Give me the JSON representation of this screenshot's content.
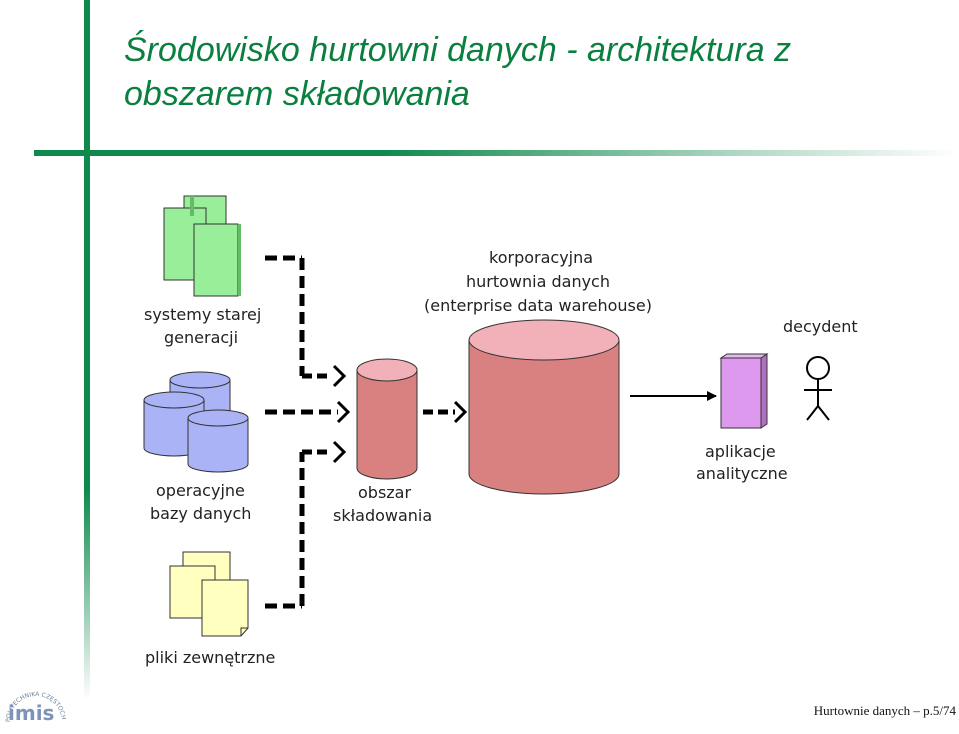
{
  "slide": {
    "title": "Środowisko hurtowni danych - architektura z obszarem składowania",
    "footer": "Hurtownie danych – p.5/74"
  },
  "logo": {
    "text": "imis",
    "ring_text": "POLITECHNIKA CZĘSTOCHOWSKA"
  },
  "diagram": {
    "sources": [
      {
        "label_lines": [
          "systemy starej",
          "generacji"
        ],
        "icon": "legacy-systems-icon",
        "color": "#99ee99"
      },
      {
        "label_lines": [
          "operacyjne",
          "bazy danych"
        ],
        "icon": "database-cylinders-icon",
        "color": "#aab3f5"
      },
      {
        "label_lines": [
          "pliki zewnętrzne"
        ],
        "icon": "document-files-icon",
        "color": "#ffffc0"
      }
    ],
    "staging": {
      "label_lines": [
        "obszar",
        "składowania"
      ],
      "color": "#d98080"
    },
    "warehouse": {
      "label_lines": [
        "korporacyjna",
        "hurtownia danych",
        "(enterprise data warehouse)"
      ],
      "color": "#d98080"
    },
    "apps": {
      "label_lines": [
        "aplikacje",
        "analityczne"
      ],
      "color": "#dd99ee"
    },
    "user": {
      "label_lines": [
        "decydent"
      ]
    }
  }
}
